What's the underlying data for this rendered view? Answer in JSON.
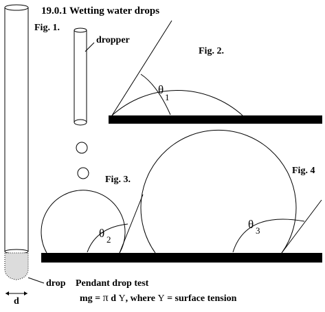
{
  "title": "19.0.1 Wetting water drops",
  "fig1": {
    "label": "Fig. 1.",
    "drop_label": "drop",
    "d_label": "d",
    "dropper_label": "dropper"
  },
  "fig2": {
    "label": "Fig. 2.",
    "theta": "θ",
    "sub": "1"
  },
  "fig3": {
    "label": "Fig. 3.",
    "theta": "θ",
    "sub": "2"
  },
  "fig4": {
    "label": "Fig. 4",
    "theta": "θ",
    "sub": "3"
  },
  "pendant": {
    "title": "Pendant drop test",
    "eq_prefix": "mg = ",
    "eq_pi": "π",
    "eq_mid": " d ",
    "eq_gamma": "Y",
    "eq_rest": ",  where ",
    "eq_gamma2": "Y",
    "eq_suffix": "  = surface tension"
  },
  "colors": {
    "ink": "#000000",
    "background": "#ffffff"
  }
}
